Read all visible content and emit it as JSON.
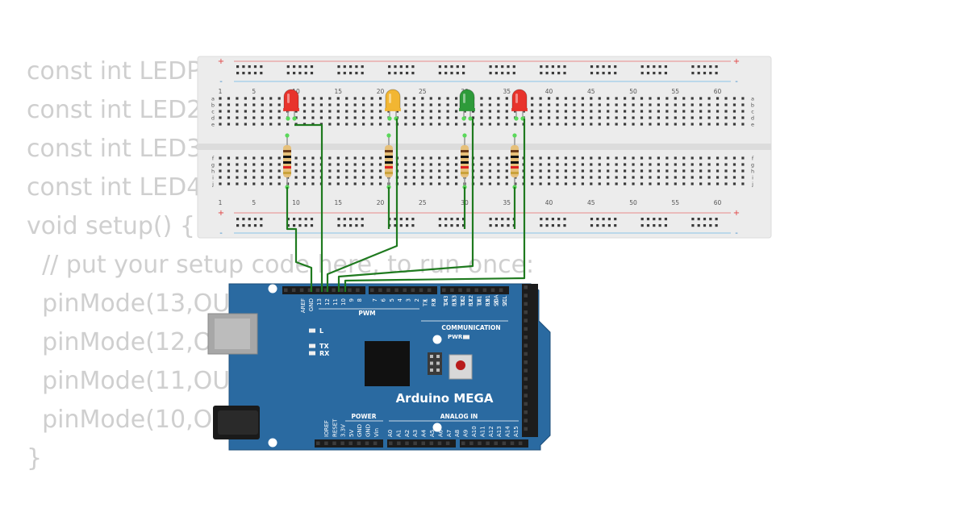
{
  "code_lines": [
    "const int LEDP",
    "const int LED2",
    "const int LED3",
    "const int LED4",
    "void setup() {",
    "  // put your setup code here, to run once:",
    "  pinMode(13,OU",
    "  pinMode(12,O",
    "  pinMode(11,OU",
    "  pinMode(10,O",
    "}"
  ],
  "breadboard": {
    "column_numbers": [
      "1",
      "5",
      "10",
      "15",
      "20",
      "25",
      "30",
      "35",
      "40",
      "45",
      "50",
      "55",
      "60"
    ],
    "row_letters_top": [
      "a",
      "b",
      "c",
      "d",
      "e"
    ],
    "row_letters_bottom": [
      "f",
      "g",
      "h",
      "i",
      "j"
    ],
    "rail_plus": "+",
    "rail_minus": "-"
  },
  "leds": [
    {
      "name": "led-red-1",
      "color": "#e8332c"
    },
    {
      "name": "led-yellow",
      "color": "#f2b632"
    },
    {
      "name": "led-green",
      "color": "#2e9b3a"
    },
    {
      "name": "led-red-2",
      "color": "#e8332c"
    }
  ],
  "arduino": {
    "name": "Arduino MEGA",
    "pwm_label": "PWM",
    "communication_label": "COMMUNICATION",
    "power_label": "POWER",
    "analog_label": "ANALOG IN",
    "pwr_label": "PWR",
    "led_l_label": "L",
    "tx_label": "TX",
    "rx_label": "RX",
    "top_pins_left": [
      "AREF",
      "GND",
      "13",
      "12",
      "11",
      "10",
      "9",
      "8"
    ],
    "top_pins_mid": [
      "7",
      "6",
      "5",
      "4",
      "3",
      "2",
      "1",
      "0"
    ],
    "top_pins_mid_sub": [
      "",
      "",
      "",
      "",
      "",
      "",
      "TX",
      "RX"
    ],
    "top_pins_comm": [
      "14",
      "15",
      "16",
      "17",
      "18",
      "19",
      "20",
      "21"
    ],
    "top_pins_comm_sub": [
      "TX3",
      "RX3",
      "TX2",
      "RX2",
      "TX1",
      "RX1",
      "SDA",
      "SCL"
    ],
    "power_pins": [
      "IOREF",
      "RESET",
      "3.3V",
      "5V",
      "GND",
      "GND",
      "Vin"
    ],
    "analog_pins": [
      "A0",
      "A1",
      "A2",
      "A3",
      "A4",
      "A5",
      "A6",
      "A7",
      "A8",
      "A9",
      "A10",
      "A11",
      "A12",
      "A13",
      "A14",
      "A15"
    ]
  },
  "colors": {
    "board": "#2a6aa1",
    "wire": "#1f7a1f",
    "code_text": "#cfcfcf",
    "breadboard": "#ececec"
  }
}
